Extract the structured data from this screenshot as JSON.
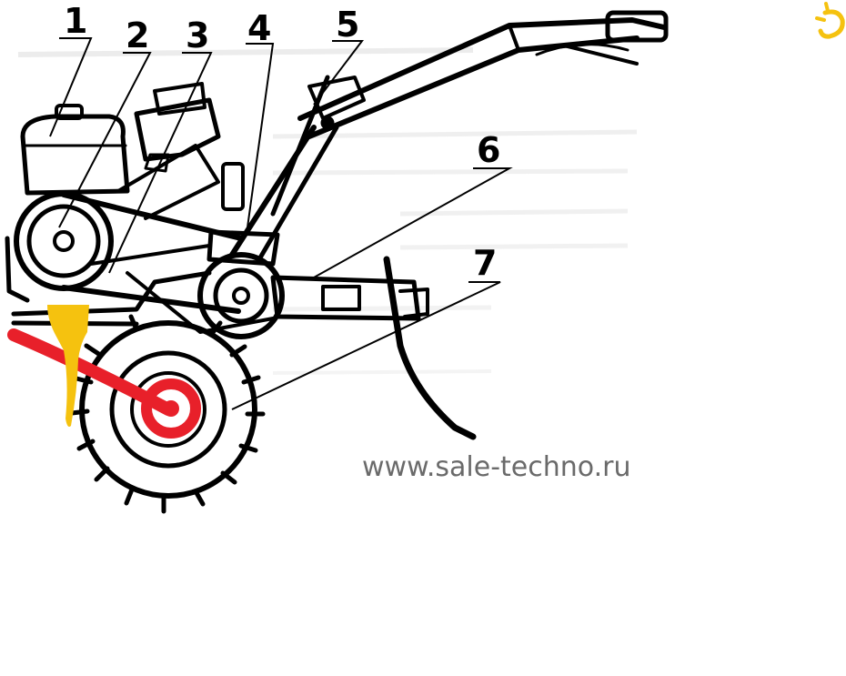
{
  "callouts": [
    "1",
    "2",
    "3",
    "4",
    "5",
    "6",
    "7"
  ],
  "watermark": "www.sale-techno.ru",
  "colors": {
    "ink": "#000000",
    "highlight_red": "#e8202a",
    "highlight_yellow": "#f5c20f",
    "watermark": "#6a6a6a"
  },
  "icons": {
    "corner_mark": "sun-icon"
  }
}
